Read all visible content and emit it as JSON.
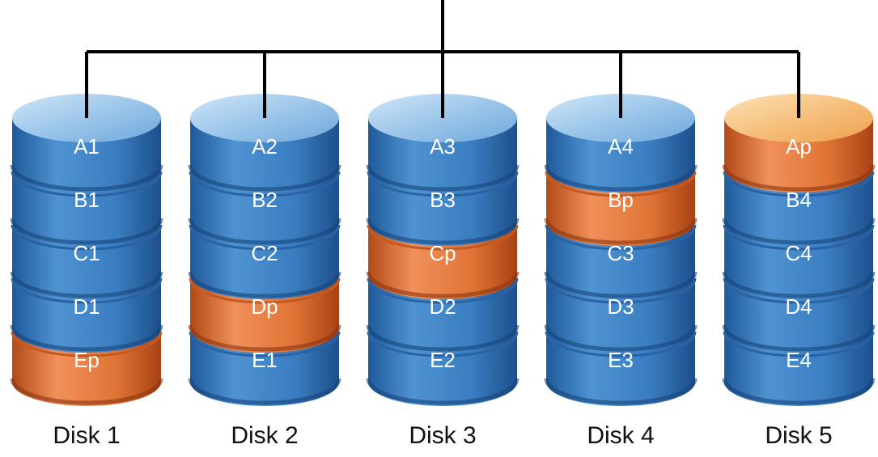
{
  "colors": {
    "data_block": "#3f7fc0",
    "parity_block": "#e0773a",
    "connector": "#000000"
  },
  "disks": [
    {
      "label": "Disk 1",
      "blocks": [
        {
          "text": "A1",
          "kind": "data"
        },
        {
          "text": "B1",
          "kind": "data"
        },
        {
          "text": "C1",
          "kind": "data"
        },
        {
          "text": "D1",
          "kind": "data"
        },
        {
          "text": "Ep",
          "kind": "parity"
        }
      ]
    },
    {
      "label": "Disk 2",
      "blocks": [
        {
          "text": "A2",
          "kind": "data"
        },
        {
          "text": "B2",
          "kind": "data"
        },
        {
          "text": "C2",
          "kind": "data"
        },
        {
          "text": "Dp",
          "kind": "parity"
        },
        {
          "text": "E1",
          "kind": "data"
        }
      ]
    },
    {
      "label": "Disk 3",
      "blocks": [
        {
          "text": "A3",
          "kind": "data"
        },
        {
          "text": "B3",
          "kind": "data"
        },
        {
          "text": "Cp",
          "kind": "parity"
        },
        {
          "text": "D2",
          "kind": "data"
        },
        {
          "text": "E2",
          "kind": "data"
        }
      ]
    },
    {
      "label": "Disk 4",
      "blocks": [
        {
          "text": "A4",
          "kind": "data"
        },
        {
          "text": "Bp",
          "kind": "parity"
        },
        {
          "text": "C3",
          "kind": "data"
        },
        {
          "text": "D3",
          "kind": "data"
        },
        {
          "text": "E3",
          "kind": "data"
        }
      ]
    },
    {
      "label": "Disk 5",
      "blocks": [
        {
          "text": "Ap",
          "kind": "parity"
        },
        {
          "text": "B4",
          "kind": "data"
        },
        {
          "text": "C4",
          "kind": "data"
        },
        {
          "text": "D4",
          "kind": "data"
        },
        {
          "text": "E4",
          "kind": "data"
        }
      ]
    }
  ]
}
